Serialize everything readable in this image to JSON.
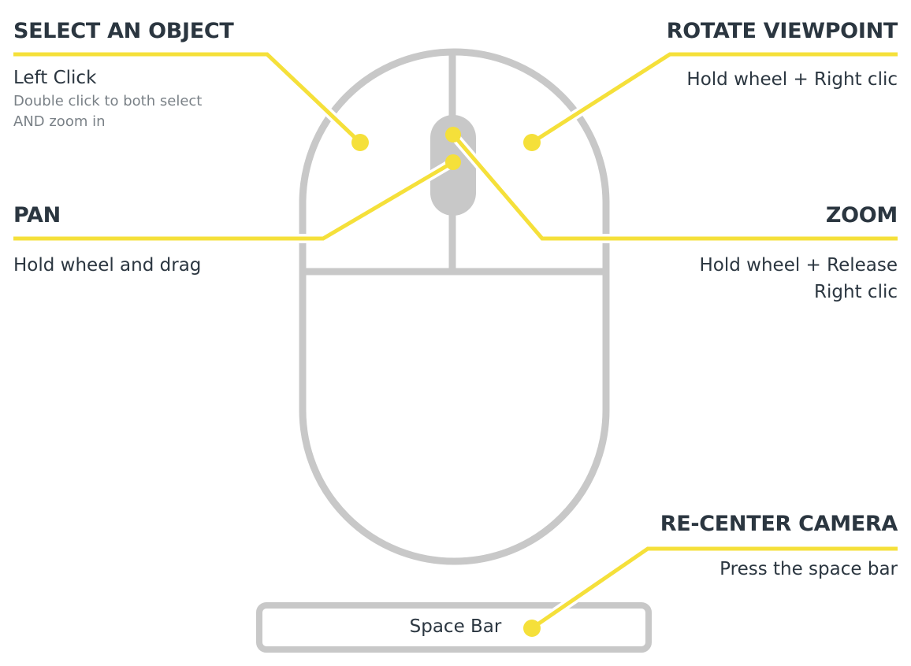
{
  "colors": {
    "accent": "#f5e03a",
    "outline": "#c8c8c8",
    "text": "#2b3640",
    "subtext": "#7a8187"
  },
  "select": {
    "title": "SELECT AN OBJECT",
    "desc": "Left Click",
    "sub_line1": "Double click to both select",
    "sub_line2": "AND zoom in"
  },
  "rotate": {
    "title": "ROTATE VIEWPOINT",
    "desc": "Hold wheel + Right clic"
  },
  "pan": {
    "title": "PAN",
    "desc": "Hold wheel and drag"
  },
  "zoom": {
    "title": "ZOOM",
    "desc_line1": "Hold wheel + Release",
    "desc_line2": "Right clic"
  },
  "recenter": {
    "title": "RE-CENTER CAMERA",
    "desc": "Press the space bar"
  },
  "spacebar": {
    "label": "Space Bar"
  },
  "icons": [
    "mouse-icon",
    "scroll-wheel-icon",
    "space-bar-key-icon"
  ]
}
